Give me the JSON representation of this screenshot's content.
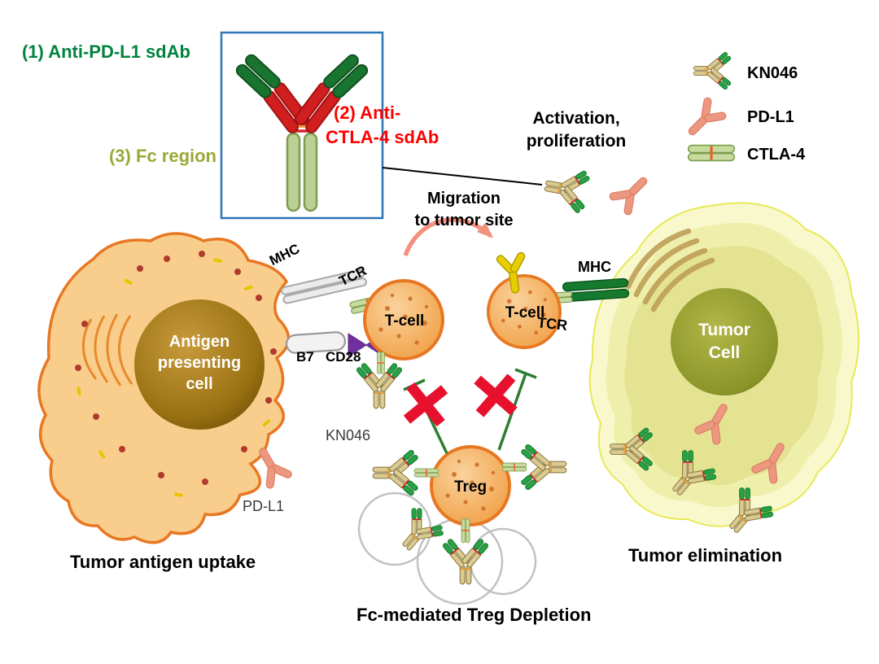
{
  "diagram": {
    "molecule": {
      "label_anti_pdl1": "(1) Anti-PD-L1 sdAb",
      "label_anti_ctla4_line1": "(2) Anti-",
      "label_anti_ctla4_line2": "CTLA-4 sdAb",
      "label_fc": "(3) Fc region"
    },
    "legend": {
      "items": [
        {
          "icon": "kn046-antibody-icon",
          "label": "KN046"
        },
        {
          "icon": "pd-l1-receptor-icon",
          "label": "PD-L1"
        },
        {
          "icon": "ctla-4-receptor-icon",
          "label": "CTLA-4"
        }
      ]
    },
    "annotations": {
      "activation_line1": "Activation,",
      "activation_line2": "proliferation",
      "migration_line1": "Migration",
      "migration_line2": "to tumor site",
      "tumor_antigen_uptake": "Tumor antigen uptake",
      "fc_mediated_treg_depletion": "Fc-mediated  Treg Depletion",
      "tumor_elimination": "Tumor elimination"
    },
    "apc": {
      "line1": "Antigen",
      "line2": "presenting",
      "line3": "cell"
    },
    "tumor": {
      "line1": "Tumor",
      "line2": "Cell"
    },
    "cells": {
      "t_cell_left": "T-cell",
      "t_cell_right": "T-cell",
      "treg": "Treg"
    },
    "receptors": {
      "mhc_left": "MHC",
      "tcr_left": "TCR",
      "b7": "B7",
      "cd28": "CD28",
      "kn046": "KN046",
      "pd_l1": "PD-L1",
      "mhc_right": "MHC",
      "tcr_right": "TCR"
    },
    "colors": {
      "anti_pdl1_green": "#00833E",
      "anti_ctla4_red": "#FF0000",
      "fc_olive": "#9AA838",
      "box_blue": "#2E75B6",
      "red_x": "#E8112D",
      "arrow_pink": "#F4917E",
      "apc_orange": "#E87722",
      "tcell_orange": "#F5B66C",
      "tumor_yellow": "#F8F8CC",
      "antibody_tan": "#DCCB90",
      "antibody_tip_green": "#28A244",
      "pdl1_pink": "#EC9780",
      "ctla4_olive": "#C9DA9E"
    }
  }
}
